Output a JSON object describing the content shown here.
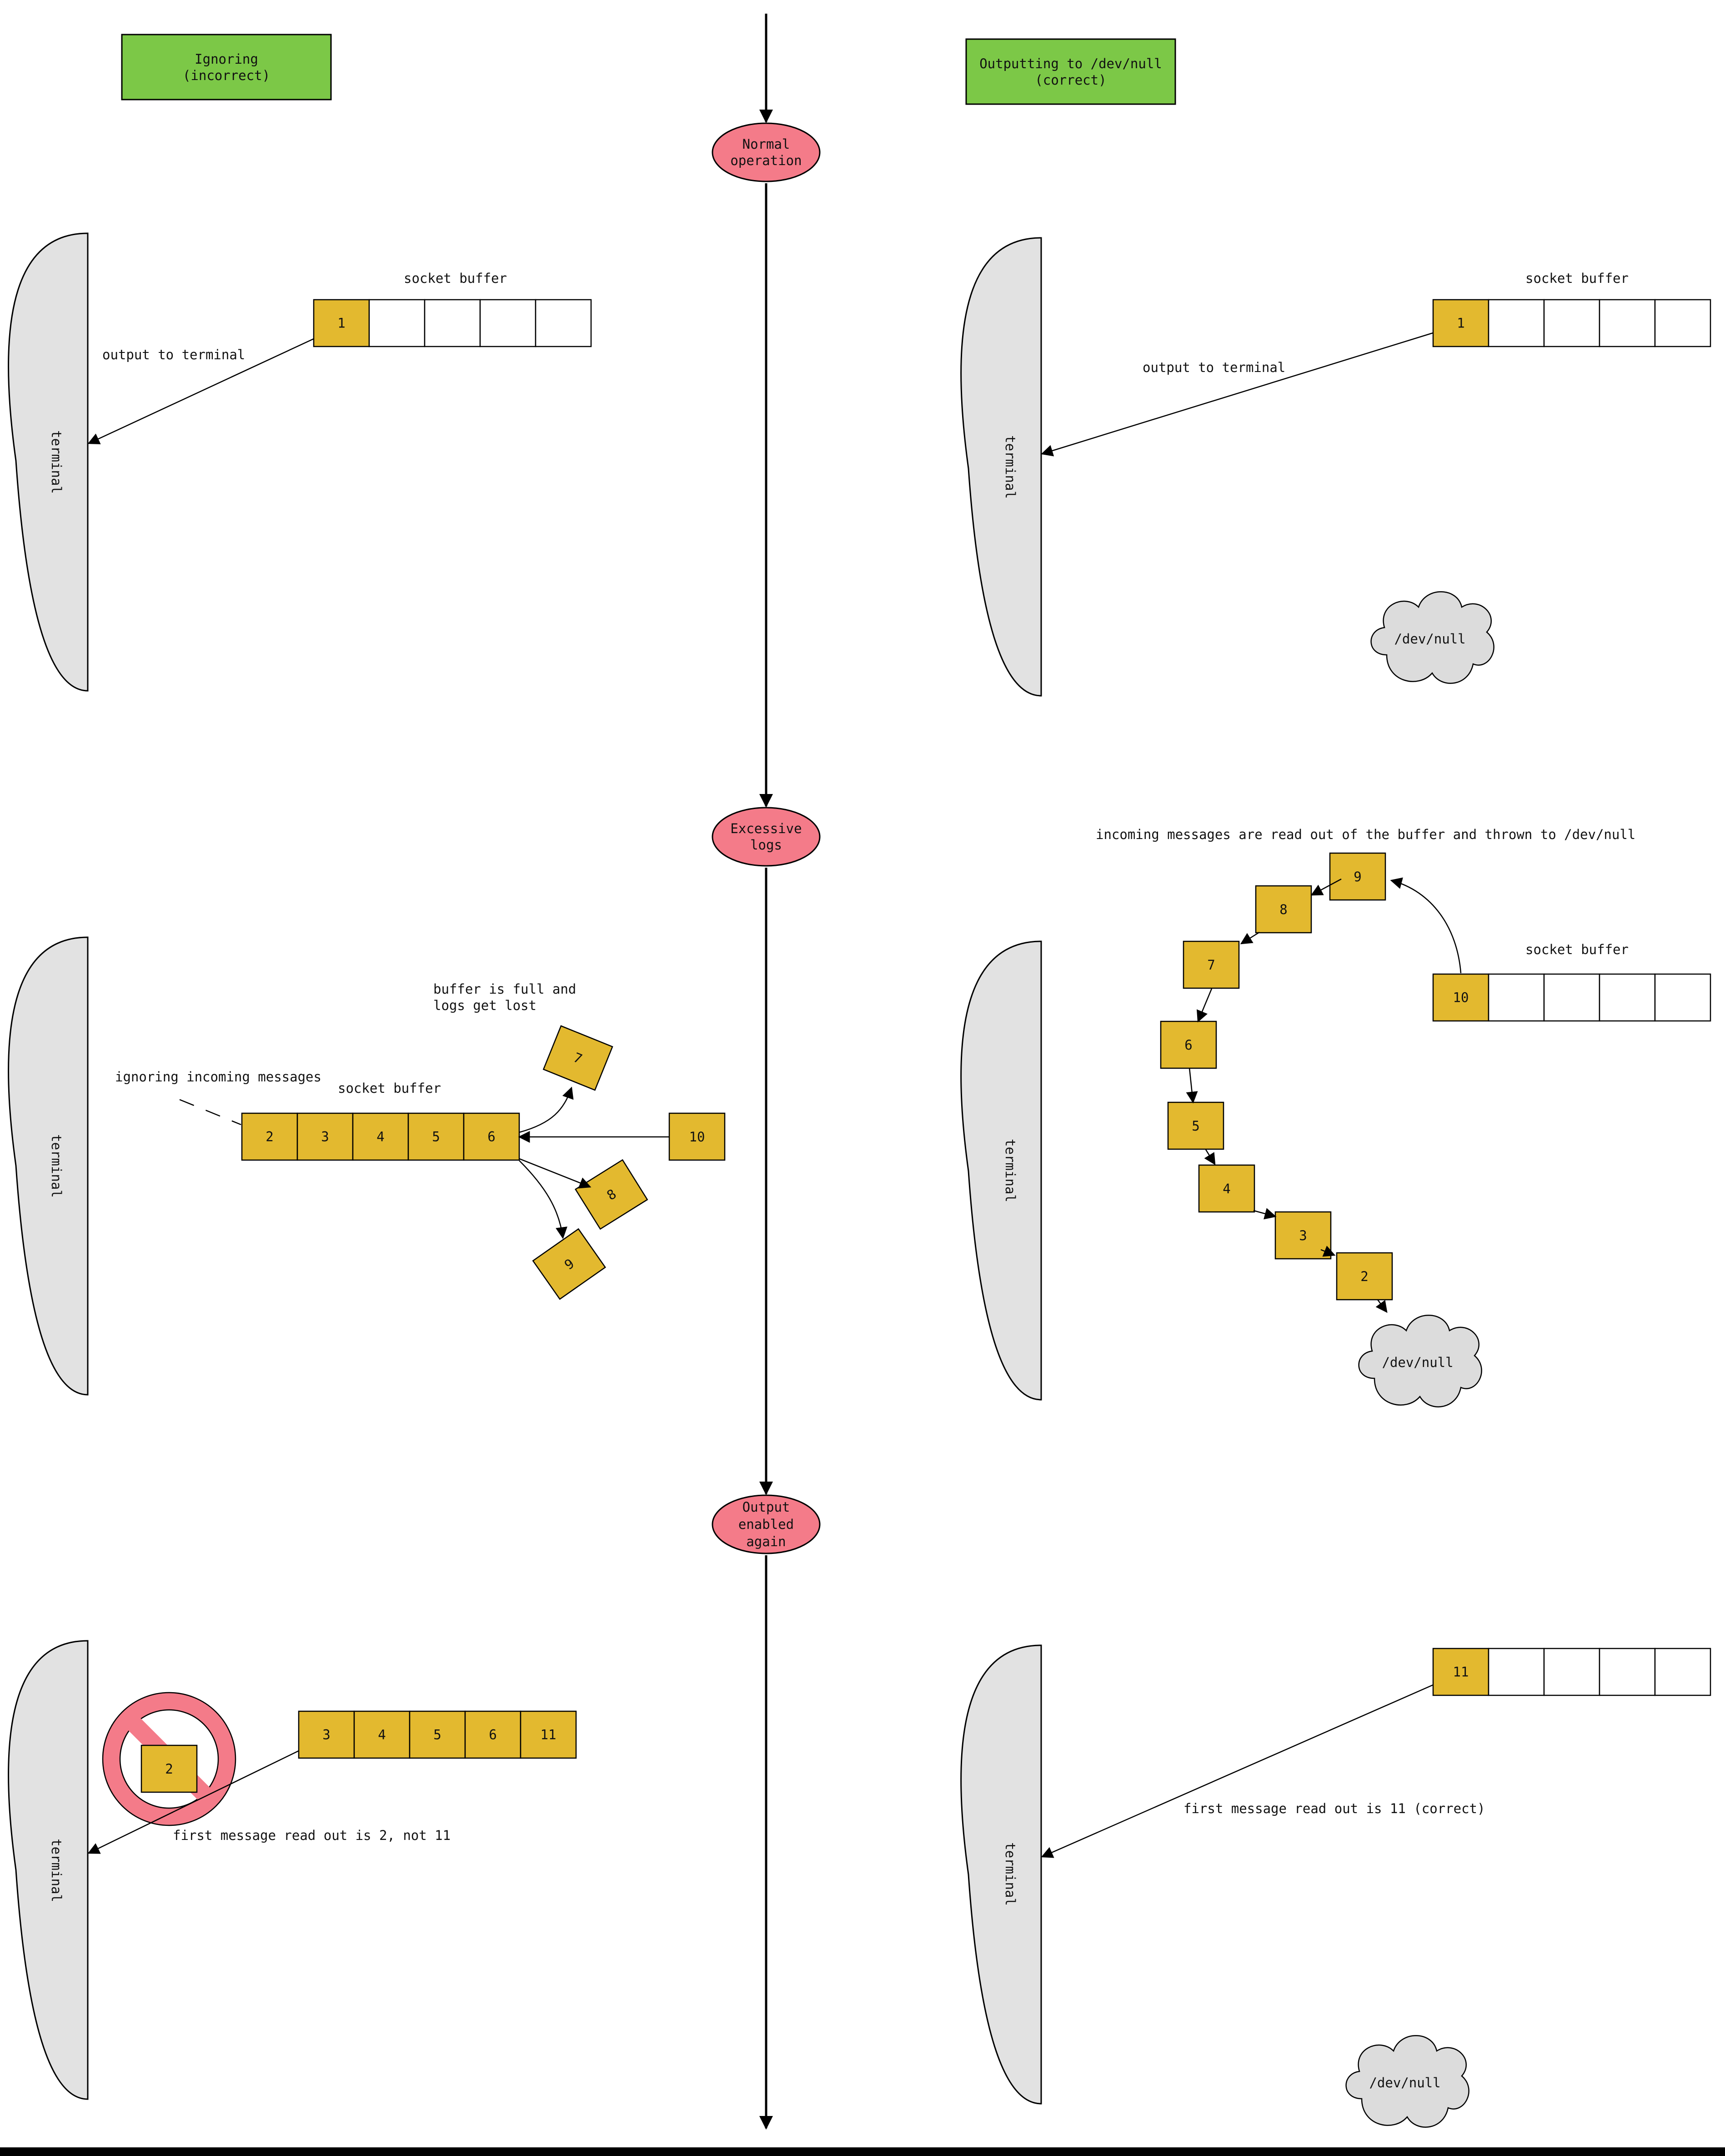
{
  "colors": {
    "message_fill": "#e3b92f",
    "stage_fill": "#f47b89",
    "header_fill": "#7cc847",
    "terminal_fill": "#e2e2e2",
    "cloud_fill": "#dcdcdc",
    "no_sign": "#f47b89"
  },
  "headers": {
    "left_line1": "Ignoring",
    "left_line2": "(incorrect)",
    "right_line1": "Outputting to /dev/null",
    "right_line2": "(correct)"
  },
  "stages": [
    {
      "line1": "Normal",
      "line2": "operation",
      "line3": ""
    },
    {
      "line1": "Excessive",
      "line2": "logs",
      "line3": ""
    },
    {
      "line1": "Output",
      "line2": "enabled",
      "line3": "again"
    }
  ],
  "labels": {
    "terminal": "terminal",
    "socket_buffer": "socket buffer",
    "output_to_terminal": "output to terminal",
    "dev_null": "/dev/null",
    "ignoring_incoming": "ignoring incoming messages",
    "buffer_full_1": "buffer is full and",
    "buffer_full_2": "logs get lost",
    "incoming_read_out": "incoming messages are read out of the buffer and thrown to /dev/null",
    "first_read_left": "first message read out is 2, not 11",
    "first_read_right": "first message read out is 11 (correct)"
  },
  "messages": {
    "s1_left_buffer": [
      "1",
      "",
      "",
      "",
      ""
    ],
    "s1_right_buffer": [
      "1",
      "",
      "",
      "",
      ""
    ],
    "s2_left_buffer": [
      "2",
      "3",
      "4",
      "5",
      "6"
    ],
    "s2_left_incoming": "10",
    "s2_left_lost": [
      "7",
      "8",
      "9"
    ],
    "s2_right_buffer": [
      "10",
      "",
      "",
      "",
      ""
    ],
    "s2_right_chain": [
      "9",
      "8",
      "7",
      "6",
      "5",
      "4",
      "3",
      "2"
    ],
    "s3_left_buffer": [
      "3",
      "4",
      "5",
      "6",
      "11"
    ],
    "s3_left_blocked": "2",
    "s3_right_buffer": [
      "11",
      "",
      "",
      "",
      ""
    ]
  }
}
